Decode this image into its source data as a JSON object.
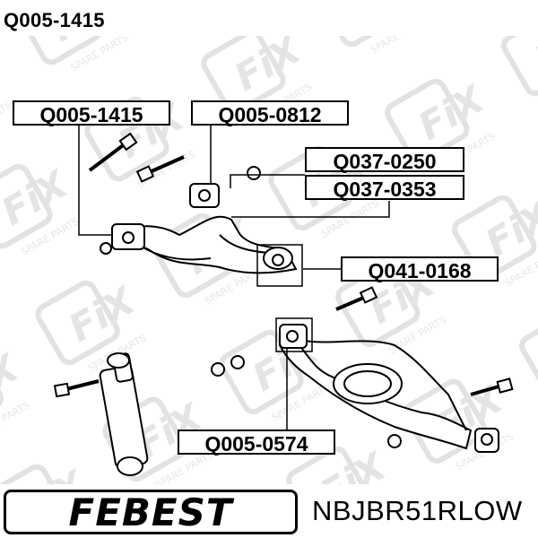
{
  "header": {
    "part_number": "Q005-1415"
  },
  "callouts": [
    {
      "id": "c1",
      "label": "Q005-1415"
    },
    {
      "id": "c2",
      "label": "Q005-0812"
    },
    {
      "id": "c3",
      "label": "Q037-0250"
    },
    {
      "id": "c4",
      "label": "Q037-0353"
    },
    {
      "id": "c5",
      "label": "Q041-0168"
    },
    {
      "id": "c6",
      "label": "Q005-0574"
    }
  ],
  "brand": {
    "logo": "FEBEST",
    "model_code": "NBJBR51RLOW"
  },
  "watermark": {
    "text": "FIX",
    "subtext": "SPARE PARTS",
    "color": "#d9d9d9"
  },
  "colors": {
    "ink": "#000000",
    "background": "#ffffff"
  }
}
